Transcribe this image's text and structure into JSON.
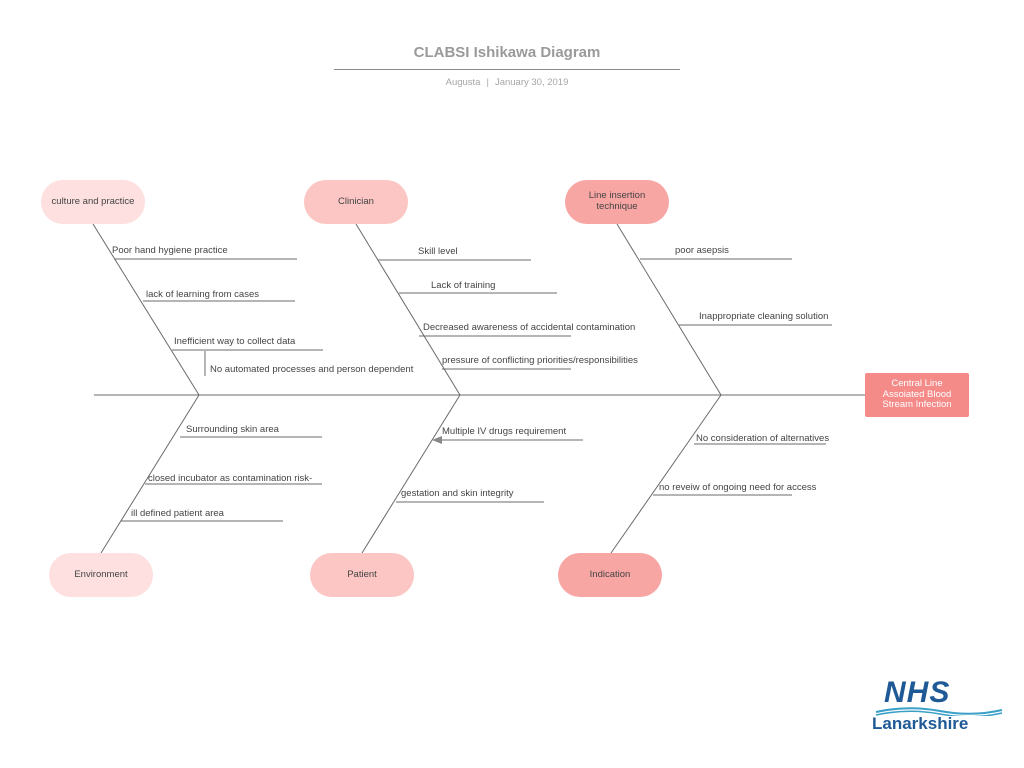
{
  "header": {
    "title": "CLABSI Ishikawa Diagram",
    "author": "Augusta",
    "separator": "|",
    "date": "January 30, 2019"
  },
  "effect": {
    "label": "Central  Line Assoiated Blood Stream Infection",
    "color": "#f48b89"
  },
  "categories": {
    "culture": {
      "label": "culture and practice",
      "color": "#fde0df"
    },
    "clinician": {
      "label": "Clinician",
      "color": "#fbc6c4"
    },
    "line_insertion": {
      "label": "Line insertion technique",
      "color": "#f8a6a4"
    },
    "environment": {
      "label": "Environment",
      "color": "#fde0df"
    },
    "patient": {
      "label": "Patient",
      "color": "#fbc6c4"
    },
    "indication": {
      "label": "Indication",
      "color": "#f8a6a4"
    }
  },
  "causes": {
    "culture": [
      "Poor hand hygiene practice",
      "lack of learning from cases",
      "Inefficient way to collect data",
      "No automated processes and person dependent"
    ],
    "clinician": [
      "Skill level",
      "Lack of training",
      "Decreased awareness of accidental contamination",
      "pressure of conflicting priorities/responsibilities"
    ],
    "line_insertion": [
      "poor asepsis",
      "Inappropriate cleaning solution"
    ],
    "environment": [
      "Surrounding skin area",
      "closed incubator as contamination risk-",
      "ill defined patient area"
    ],
    "patient": [
      "Multiple IV drugs requirement",
      "gestation and skin integrity"
    ],
    "indication": [
      "No consideration of alternatives",
      "no reveiw of  ongoing need for access"
    ]
  },
  "logo": {
    "brand": "NHS",
    "organisation": "Lanarkshire",
    "color": "#1f5a97"
  }
}
